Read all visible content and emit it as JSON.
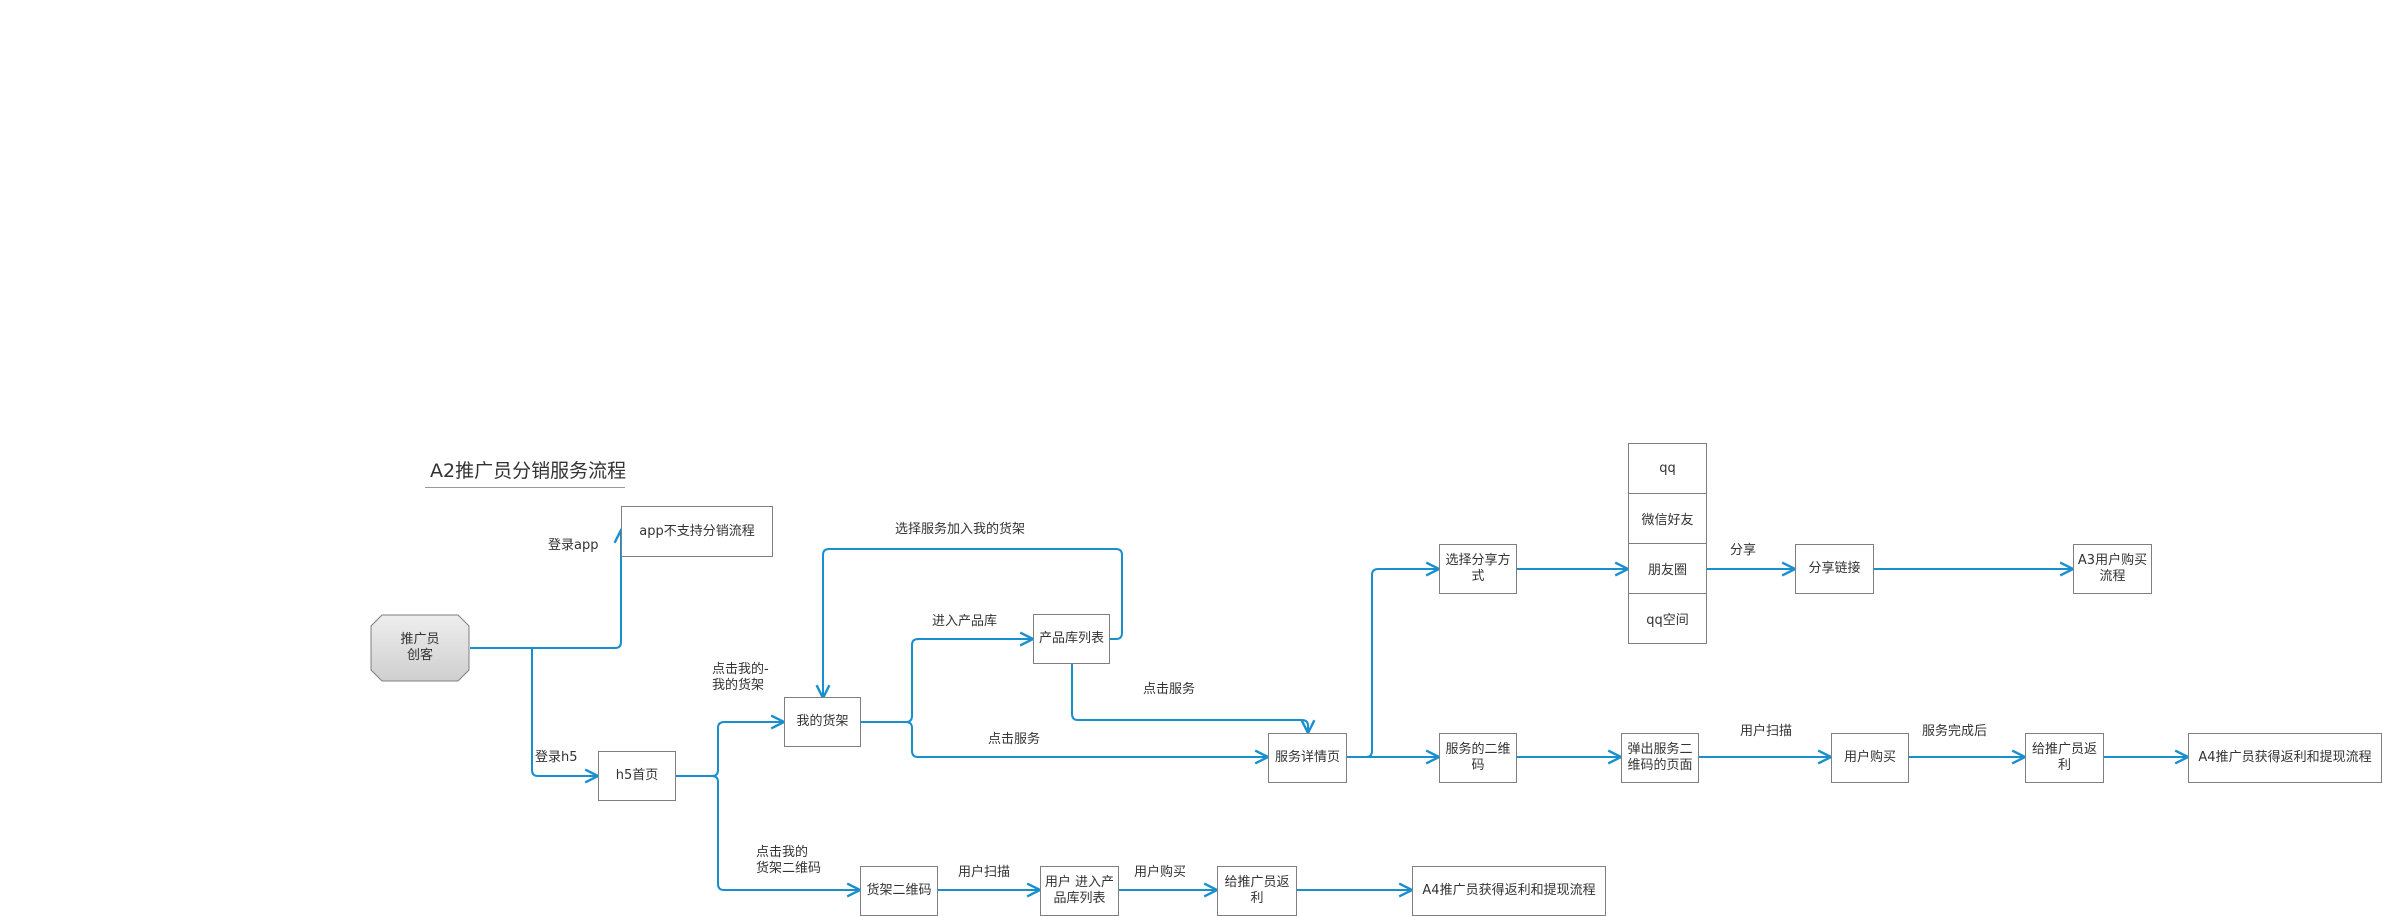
{
  "title": "A2推广员分销服务流程",
  "colors": {
    "connector": "#1a8fce",
    "node_border": "#7f7f7f",
    "start_fill": "#dedede"
  },
  "nodes": {
    "start": "推广员\n创客",
    "app_unsupported": "app不支持分销流程",
    "h5_home": "h5首页",
    "my_shelf": "我的货架",
    "product_list": "产品库列表",
    "service_detail": "服务详情页",
    "choose_share": "选择分享方\n式",
    "share_link": "分享链接",
    "a3_flow": "A3用户购买\n流程",
    "service_qr": "服务的二维\n码",
    "qr_popup": "弹出服务二\n维码的页面",
    "user_buy": "用户购买",
    "rebate_top": "给推广员返\n利",
    "a4_top": "A4推广员获得返利和提现流程",
    "shelf_qr": "货架二维码",
    "user_enter": "用户 进入产\n品库列表",
    "rebate_bottom": "给推广员返\n利",
    "a4_bottom": "A4推广员获得返利和提现流程"
  },
  "share_options": [
    "qq",
    "微信好友",
    "朋友圈",
    "qq空间"
  ],
  "edge_labels": {
    "login_app": "登录app",
    "login_h5": "登录h5",
    "click_my_shelf": "点击我的-\n我的货架",
    "click_shelf_qr": "点击我的\n货架二维码",
    "enter_library": "进入产品库",
    "add_to_shelf": "选择服务加入我的货架",
    "click_service_1": "点击服务",
    "click_service_2": "点击服务",
    "share": "分享",
    "user_scan_top": "用户扫描",
    "service_done": "服务完成后",
    "user_scan_bottom": "用户扫描",
    "user_buy_bottom": "用户购买"
  }
}
